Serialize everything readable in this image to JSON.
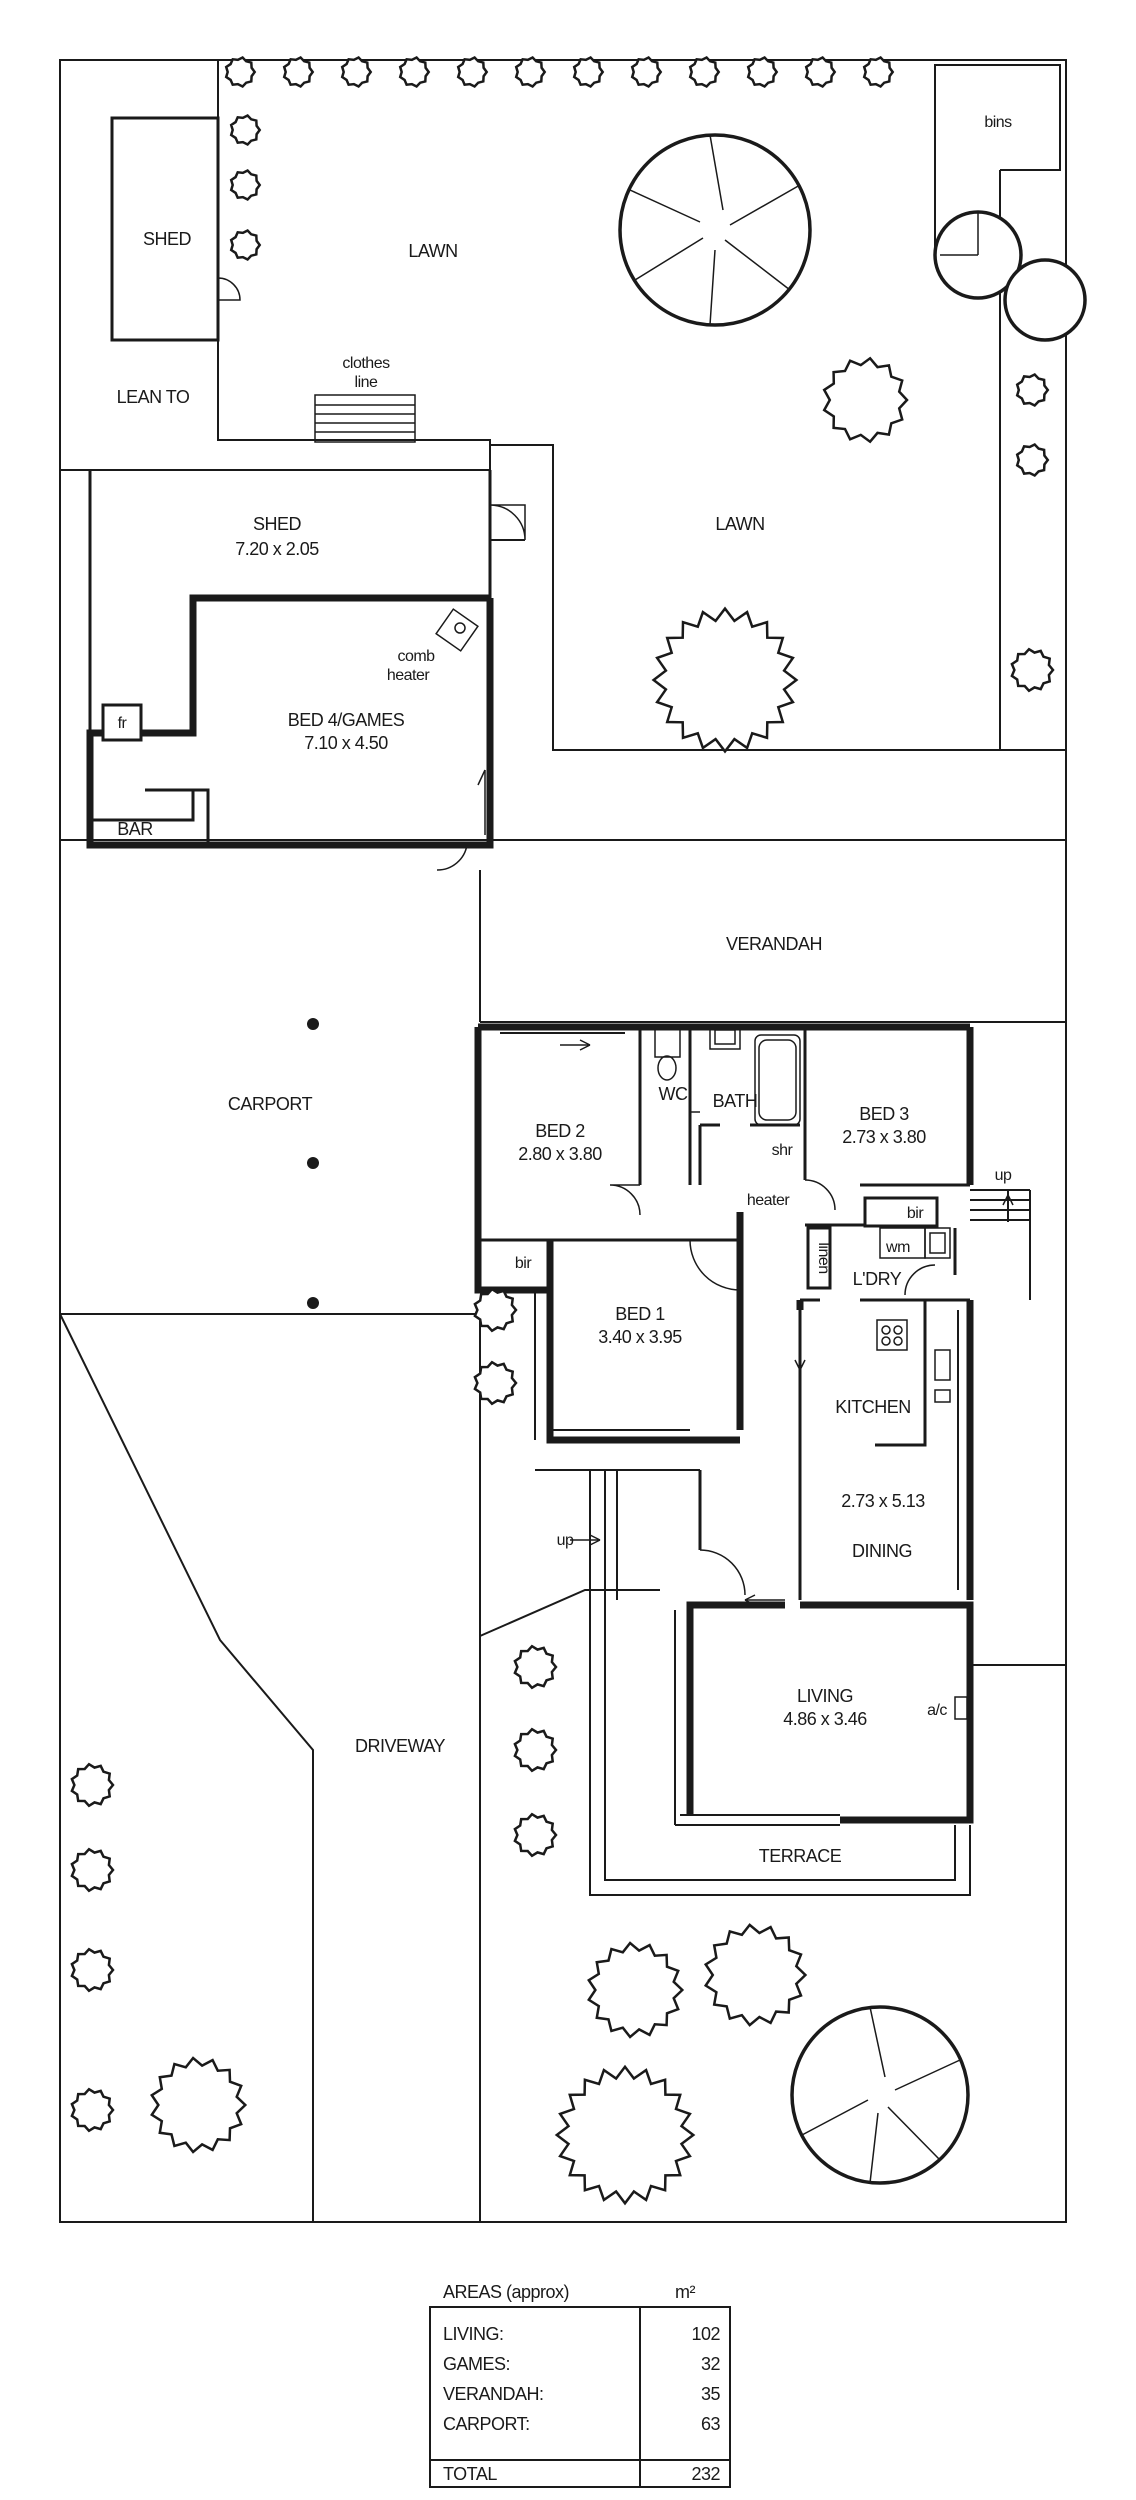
{
  "labels": {
    "shed_top": "SHED",
    "lean_to": "LEAN TO",
    "lawn_top": "LAWN",
    "lawn_mid": "LAWN",
    "clothes": "clothes",
    "line": "line",
    "bins": "bins",
    "shed2": "SHED",
    "shed2_dim": "7.20 x 2.05",
    "comb": "comb",
    "heater1": "heater",
    "bed4": "BED 4/GAMES",
    "bed4_dim": "7.10 x 4.50",
    "fr": "fr",
    "bar": "BAR",
    "verandah": "VERANDAH",
    "carport": "CARPORT",
    "bed2": "BED 2",
    "bed2_dim": "2.80 x 3.80",
    "wc": "WC",
    "bath": "BATH",
    "shr": "shr",
    "heater2": "heater",
    "bed3": "BED 3",
    "bed3_dim": "2.73 x 3.80",
    "bir1": "bir",
    "bir2": "bir",
    "up1": "up",
    "linen": "linen",
    "wm": "wm",
    "ldry": "L'DRY",
    "bed1": "BED 1",
    "bed1_dim": "3.40 x 3.95",
    "kitchen": "KITCHEN",
    "kitchen_dim": "2.73 x 5.13",
    "dining": "DINING",
    "up2": "up",
    "living": "LIVING",
    "living_dim": "4.86 x 3.46",
    "ac": "a/c",
    "driveway": "DRIVEWAY",
    "terrace": "TERRACE"
  },
  "areas": {
    "title": "AREAS (approx)",
    "unit": "m²",
    "rows": [
      {
        "name": "LIVING:",
        "value": "102"
      },
      {
        "name": "GAMES:",
        "value": "32"
      },
      {
        "name": "VERANDAH:",
        "value": "35"
      },
      {
        "name": "CARPORT:",
        "value": "63"
      }
    ],
    "total_name": "TOTAL",
    "total_value": "232"
  }
}
